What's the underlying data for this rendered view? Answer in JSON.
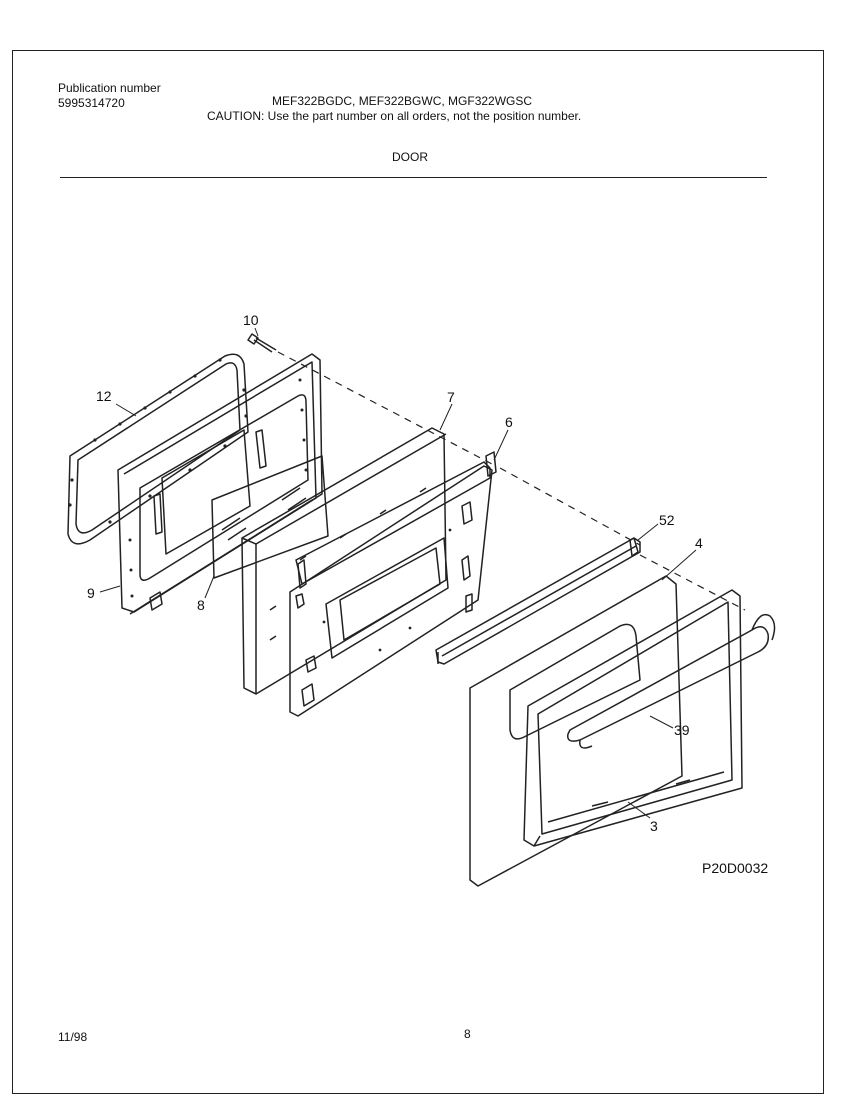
{
  "header": {
    "publication_label": "Publication number",
    "publication_number": "5995314720",
    "models": "MEF322BGDC, MEF322BGWC, MGF322WGSC",
    "caution": "CAUTION:  Use the part number on all orders, not the position number.",
    "section_title": "DOOR"
  },
  "diagram": {
    "callouts": [
      "10",
      "12",
      "7",
      "6",
      "9",
      "8",
      "52",
      "4",
      "39",
      "3"
    ],
    "drawing_code": "P20D0032"
  },
  "footer": {
    "date": "11/98",
    "page_number": "8"
  }
}
